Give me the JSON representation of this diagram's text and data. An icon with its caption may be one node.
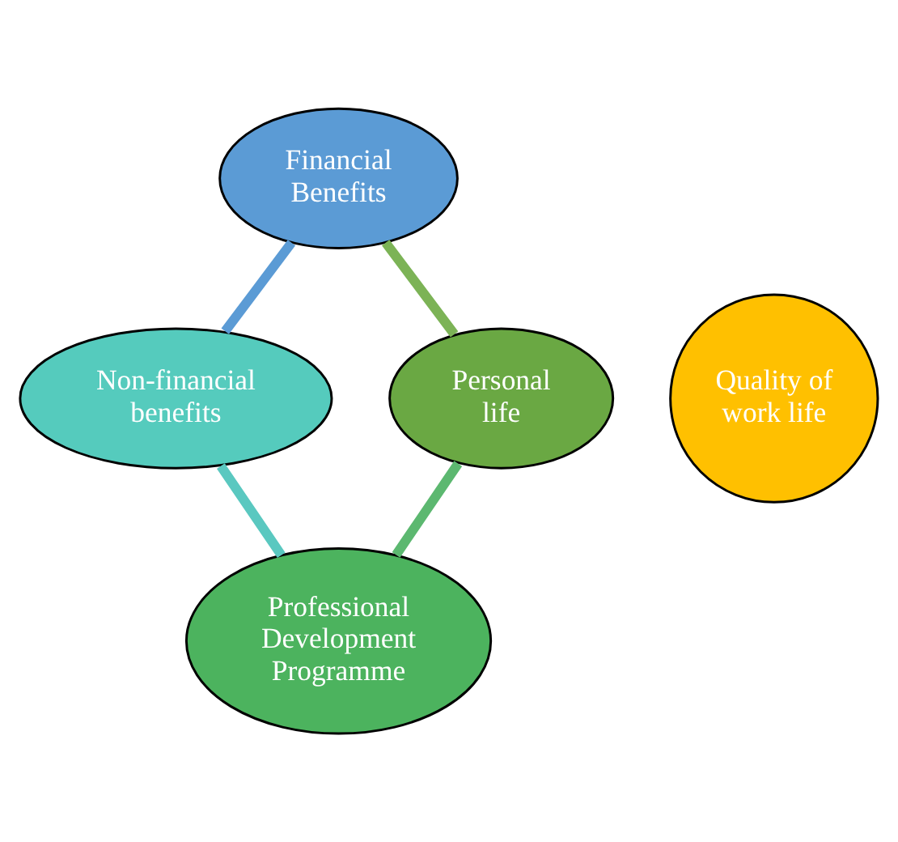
{
  "diagram": {
    "nodes": [
      {
        "text": [
          "Quality of work life"
        ]
      },
      {
        "text": [
          "Financial Benefits"
        ]
      },
      {
        "text": [
          "Non-financial benefits"
        ]
      },
      {
        "text": [
          "Professional Development Programme"
        ]
      },
      {
        "text": [
          "Personal life"
        ]
      }
    ],
    "edges": [
      {
        "from": 1,
        "to": 2,
        "arrow": "none",
        "color": "#5b9bd5"
      },
      {
        "from": 2,
        "to": 3,
        "arrow": "none",
        "color": "#5ac8c0"
      },
      {
        "from": 3,
        "to": 4,
        "arrow": "none",
        "color": "#5cb870"
      },
      {
        "from": 4,
        "to": 1,
        "arrow": "none",
        "color": "#7cb356"
      }
    ]
  }
}
